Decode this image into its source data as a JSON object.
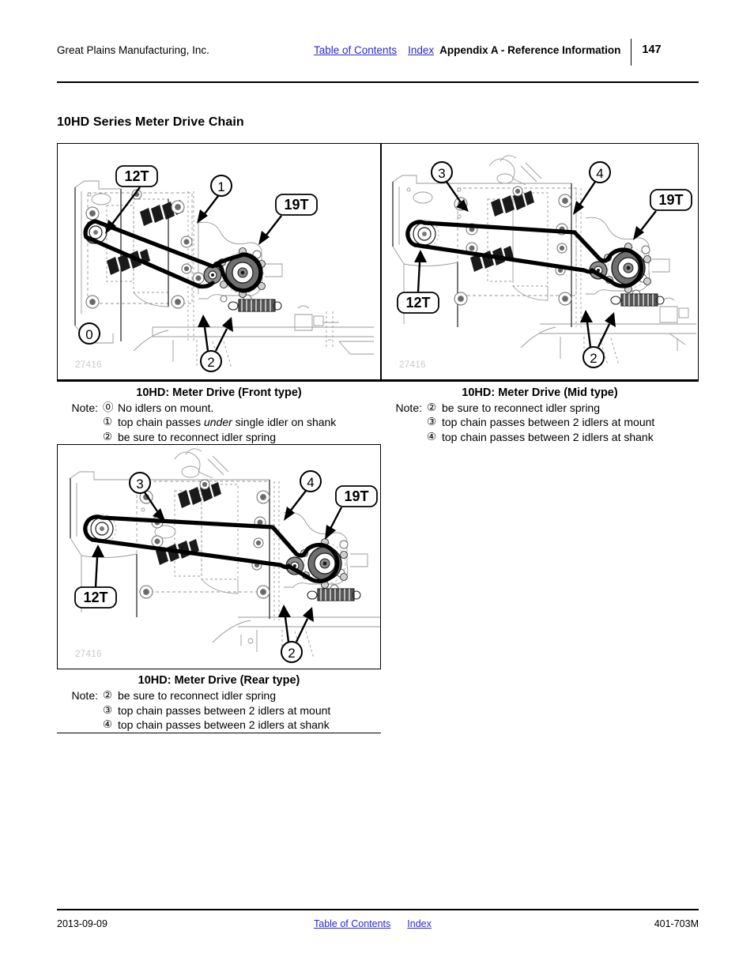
{
  "header": {
    "company": "Great Plains Manufacturing, Inc.",
    "toc_link": "Table of Contents",
    "index_link": "Index",
    "appendix": "Appendix A - Reference Information",
    "page_number": "147"
  },
  "section": {
    "title": "10HD Series Meter Drive Chain"
  },
  "figures": [
    {
      "id": "fig-front",
      "image_number": "27416",
      "caption": "10HD: Meter Drive (Front type)",
      "note_label": "Note:",
      "callouts": [
        {
          "text": "12T",
          "type": "box"
        },
        {
          "text": "19T",
          "type": "box"
        },
        {
          "text": "0",
          "type": "circle"
        },
        {
          "text": "1",
          "type": "circle"
        },
        {
          "text": "2",
          "type": "circle"
        }
      ],
      "notes": [
        {
          "marker": "⓪",
          "text": "No idlers on mount."
        },
        {
          "marker": "①",
          "text_before": "top chain passes ",
          "emphasis": "under",
          "text_after": " single idler on shank"
        },
        {
          "marker": "②",
          "text": "be sure to reconnect idler spring"
        }
      ]
    },
    {
      "id": "fig-mid",
      "image_number": "27416",
      "caption": "10HD: Meter Drive (Mid type)",
      "note_label": "Note:",
      "callouts": [
        {
          "text": "12T",
          "type": "box"
        },
        {
          "text": "19T",
          "type": "box"
        },
        {
          "text": "2",
          "type": "circle"
        },
        {
          "text": "3",
          "type": "circle"
        },
        {
          "text": "4",
          "type": "circle"
        }
      ],
      "notes": [
        {
          "marker": "②",
          "text": "be sure to reconnect idler spring"
        },
        {
          "marker": "③",
          "text": "top chain passes between 2 idlers at mount"
        },
        {
          "marker": "④",
          "text": "top chain passes between 2 idlers at shank"
        }
      ]
    },
    {
      "id": "fig-rear",
      "image_number": "27416",
      "caption": "10HD: Meter Drive (Rear type)",
      "note_label": "Note:",
      "callouts": [
        {
          "text": "12T",
          "type": "box"
        },
        {
          "text": "19T",
          "type": "box"
        },
        {
          "text": "2",
          "type": "circle"
        },
        {
          "text": "3",
          "type": "circle"
        },
        {
          "text": "4",
          "type": "circle"
        }
      ],
      "notes": [
        {
          "marker": "②",
          "text": "be sure to reconnect idler spring"
        },
        {
          "marker": "③",
          "text": "top chain passes between 2 idlers at mount"
        },
        {
          "marker": "④",
          "text": "top chain passes between 2 idlers at shank"
        }
      ]
    }
  ],
  "footer": {
    "date": "2013-09-09",
    "toc_link": "Table of Contents",
    "index_link": "Index",
    "document_code": "401-703M"
  },
  "colors": {
    "link": "#2a2ac8",
    "text": "#000000",
    "image_number": "#c9c9c9",
    "drawing_light": "#8a8a8a"
  }
}
